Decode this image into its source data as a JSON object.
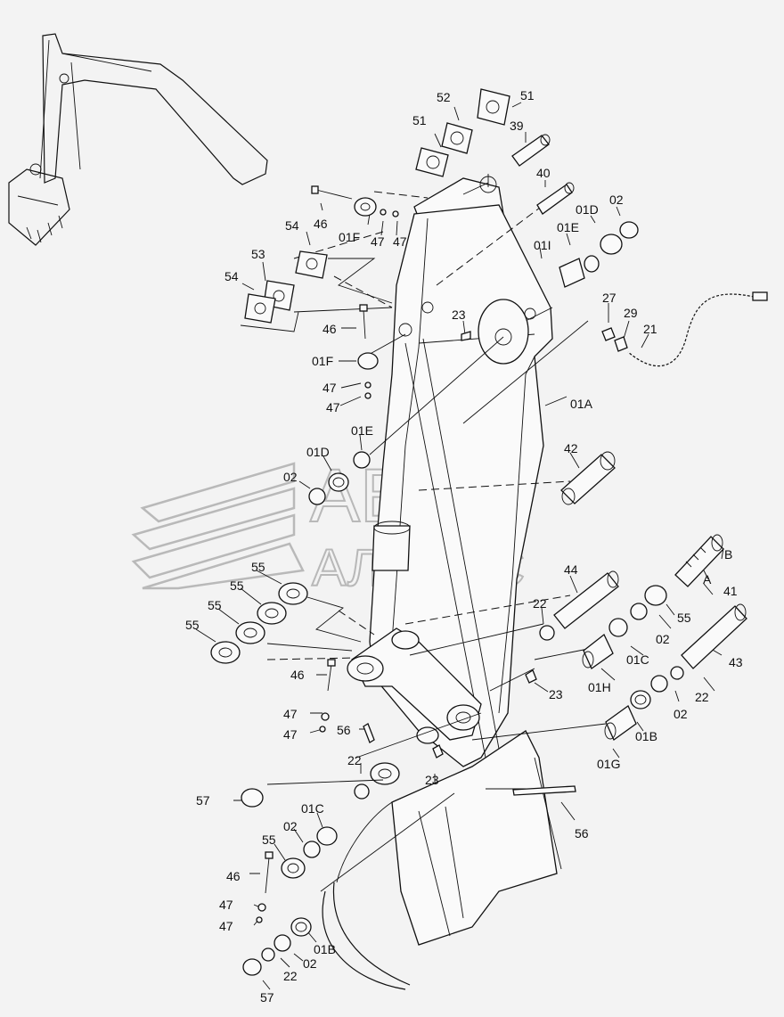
{
  "watermark": {
    "line1": "АВТО",
    "line2": "АЛЬЯНС"
  },
  "callouts": [
    {
      "id": "c-52",
      "text": "52"
    },
    {
      "id": "c-51a",
      "text": "51"
    },
    {
      "id": "c-51b",
      "text": "51"
    },
    {
      "id": "c-39",
      "text": "39"
    },
    {
      "id": "c-40",
      "text": "40"
    },
    {
      "id": "c-01D-top",
      "text": "01D"
    },
    {
      "id": "c-02-top",
      "text": "02"
    },
    {
      "id": "c-01E-top",
      "text": "01E"
    },
    {
      "id": "c-01I",
      "text": "01I"
    },
    {
      "id": "c-46-top",
      "text": "46"
    },
    {
      "id": "c-01F-top",
      "text": "01F"
    },
    {
      "id": "c-47a",
      "text": "47"
    },
    {
      "id": "c-47b",
      "text": "47"
    },
    {
      "id": "c-54a",
      "text": "54"
    },
    {
      "id": "c-53",
      "text": "53"
    },
    {
      "id": "c-54b",
      "text": "54"
    },
    {
      "id": "c-27",
      "text": "27"
    },
    {
      "id": "c-29",
      "text": "29"
    },
    {
      "id": "c-21",
      "text": "21"
    },
    {
      "id": "c-23-top",
      "text": "23"
    },
    {
      "id": "c-46-mid",
      "text": "46"
    },
    {
      "id": "c-01F-mid",
      "text": "01F"
    },
    {
      "id": "c-47c",
      "text": "47"
    },
    {
      "id": "c-47d",
      "text": "47"
    },
    {
      "id": "c-01A",
      "text": "01A"
    },
    {
      "id": "c-01E-mid",
      "text": "01E"
    },
    {
      "id": "c-01D-mid",
      "text": "01D"
    },
    {
      "id": "c-02-mid",
      "text": "02"
    },
    {
      "id": "c-42",
      "text": "42"
    },
    {
      "id": "c-B",
      "text": "B"
    },
    {
      "id": "c-A",
      "text": "A"
    },
    {
      "id": "c-41",
      "text": "41"
    },
    {
      "id": "c-44",
      "text": "44"
    },
    {
      "id": "c-55a",
      "text": "55"
    },
    {
      "id": "c-55b",
      "text": "55"
    },
    {
      "id": "c-55c",
      "text": "55"
    },
    {
      "id": "c-55d",
      "text": "55"
    },
    {
      "id": "c-55-right",
      "text": "55"
    },
    {
      "id": "c-22-a",
      "text": "22"
    },
    {
      "id": "c-02-r1",
      "text": "02"
    },
    {
      "id": "c-01C-right",
      "text": "01C"
    },
    {
      "id": "c-43",
      "text": "43"
    },
    {
      "id": "c-46-low",
      "text": "46"
    },
    {
      "id": "c-23-mid",
      "text": "23"
    },
    {
      "id": "c-01H",
      "text": "01H"
    },
    {
      "id": "c-22-r",
      "text": "22"
    },
    {
      "id": "c-02-r2",
      "text": "02"
    },
    {
      "id": "c-01B-right",
      "text": "01B"
    },
    {
      "id": "c-47e",
      "text": "47"
    },
    {
      "id": "c-47f",
      "text": "47"
    },
    {
      "id": "c-56-mid",
      "text": "56"
    },
    {
      "id": "c-01G",
      "text": "01G"
    },
    {
      "id": "c-22-b",
      "text": "22"
    },
    {
      "id": "c-23-low",
      "text": "23"
    },
    {
      "id": "c-57-top",
      "text": "57"
    },
    {
      "id": "c-01C-low",
      "text": "01C"
    },
    {
      "id": "c-02-low",
      "text": "02"
    },
    {
      "id": "c-55-low",
      "text": "55"
    },
    {
      "id": "c-56-low",
      "text": "56"
    },
    {
      "id": "c-46-bottom",
      "text": "46"
    },
    {
      "id": "c-47g",
      "text": "47"
    },
    {
      "id": "c-47h",
      "text": "47"
    },
    {
      "id": "c-01B-low",
      "text": "01B"
    },
    {
      "id": "c-22-c",
      "text": "22"
    },
    {
      "id": "c-02-bottom",
      "text": "02"
    },
    {
      "id": "c-57-bottom",
      "text": "57"
    }
  ]
}
